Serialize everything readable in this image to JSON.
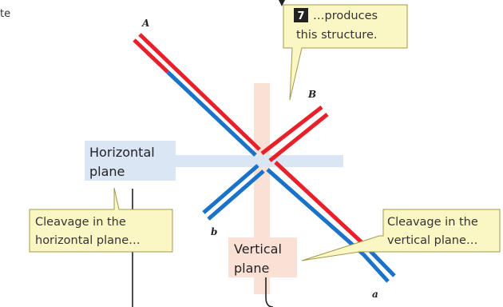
{
  "top_left_fragment": "te",
  "strand_labels": {
    "A": "A",
    "B": "B",
    "a": "a",
    "b": "b"
  },
  "callout_structure": {
    "step": "7",
    "line1": "…produces",
    "line2": "this structure."
  },
  "horizontal_plane": {
    "line1": "Horizontal",
    "line2": "plane"
  },
  "vertical_plane": {
    "line1": "Vertical",
    "line2": "plane"
  },
  "callout_horizontal": {
    "line1": "Cleavage in the",
    "line2": "horizontal plane…"
  },
  "callout_vertical": {
    "line1": "Cleavage in the",
    "line2": "vertical plane…"
  },
  "colors": {
    "strand_red": "#e8202a",
    "strand_blue": "#1a73c8",
    "horizontal_plane": "#dbe6f4",
    "vertical_plane": "#fbe0d6",
    "callout_fill": "#fbf7c5",
    "callout_border": "#a09a4a",
    "step_badge": "#222222"
  }
}
